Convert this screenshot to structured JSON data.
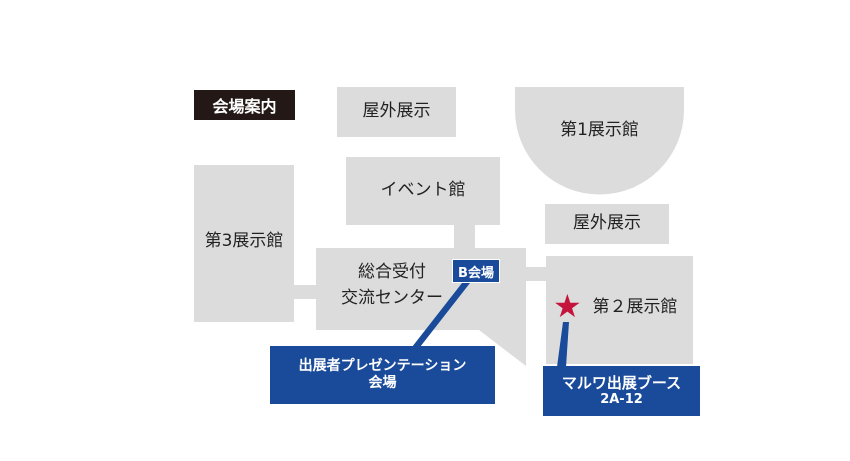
{
  "map": {
    "title": "会場案内",
    "halls": {
      "outdoor_top": "屋外展示",
      "hall1": "第1展示館",
      "event_hall": "イベント館",
      "outdoor_right": "屋外展示",
      "hall3": "第3展示館",
      "reception_line1": "総合受付",
      "reception_line2": "交流センター",
      "hall2": "第２展示館"
    },
    "venue_b_badge": "B会場",
    "presentation_callout": {
      "line1": "出展者プレゼンテーション",
      "line2": "会場"
    },
    "booth_callout": {
      "name": "マルワ出展ブース",
      "number": "2A-12"
    },
    "marker_icon": "star-icon",
    "colors": {
      "building": "#dcdcdc",
      "callout": "#1a4a9a",
      "title_badge": "#231815",
      "marker": "#c4143c"
    }
  }
}
